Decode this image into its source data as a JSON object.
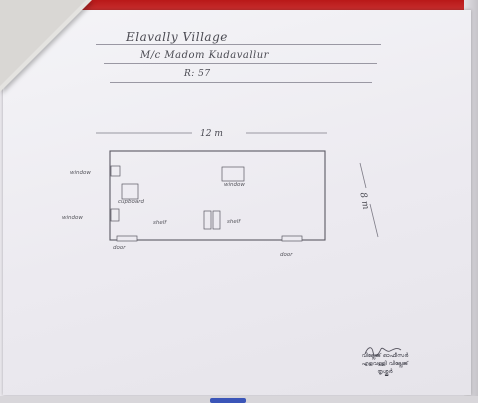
{
  "header": {
    "line1": "Elavally Village",
    "line2": "M/c Madom Kudavallur",
    "line3": "R: 57"
  },
  "plan": {
    "top_dimension": "12 m",
    "side_dimension": "8 m",
    "labels": {
      "window_top_left": "window",
      "window_top_right": "window",
      "window_left": "window",
      "cupboard": "cupboard",
      "shelf_left": "shelf",
      "shelf_right": "shelf",
      "door_left": "door",
      "door_right": "door"
    }
  },
  "signature": {
    "line1": "വില്ലേജ് ഓഫീസർ",
    "line2": "എളവള്ളി വില്ലേജ്",
    "line3": "തൃശ്ശൂർ"
  },
  "colors": {
    "backdrop": "#c21e1e",
    "paper": "#eeedf2",
    "ink": "#4a4a52",
    "tape": "#3b55b8"
  }
}
